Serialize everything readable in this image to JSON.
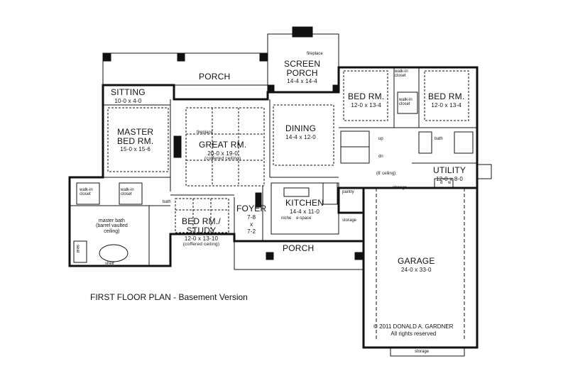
{
  "rooms": {
    "porch_top": {
      "name": "PORCH"
    },
    "screen_porch": {
      "name_line1": "SCREEN",
      "name_line2": "PORCH",
      "dims": "14-4 x 14-4"
    },
    "sitting": {
      "name": "SITTING",
      "dims": "10-0 x 4-0"
    },
    "master_bed": {
      "name_line1": "MASTER",
      "name_line2": "BED RM.",
      "dims": "15-0 x 15-6"
    },
    "great_room": {
      "name": "GREAT RM.",
      "dims": "20-0 x 19-0",
      "note": "(coffered ceiling)"
    },
    "dining": {
      "name": "DINING",
      "dims": "14-4 x 12-0"
    },
    "bed_left": {
      "name": "BED RM.",
      "dims": "12-0 x 13-4"
    },
    "bed_right": {
      "name": "BED RM.",
      "dims": "12-0 x 13-4"
    },
    "utility": {
      "name": "UTILITY",
      "dims": "12-0 x 8-0"
    },
    "kitchen": {
      "name": "KITCHEN",
      "dims": "14-4 x 11-0"
    },
    "foyer": {
      "name": "FOYER",
      "dims_line1": "7-8",
      "dims_line2": "x",
      "dims_line3": "7-2"
    },
    "study": {
      "name_line1": "BED RM./",
      "name_line2": "STUDY",
      "dims": "12-0 x 13-10",
      "note": "(coffered ceiling)"
    },
    "porch_bottom": {
      "name": "PORCH"
    },
    "garage": {
      "name": "GARAGE",
      "dims": "24-0 x 33-0"
    },
    "master_bath": {
      "line1": "master bath",
      "line2": "(barrel vaulted",
      "line3": "ceiling)"
    }
  },
  "small_labels": {
    "fireplace_top": "fireplace",
    "fireplace_great": "fireplace",
    "walkin_1_l1": "walk-in",
    "walkin_1_l2": "closet",
    "walkin_2_l1": "walk-in",
    "walkin_2_l2": "closet",
    "walkin_3_l1": "walk-in",
    "walkin_3_l2": "closet",
    "walkin_4_l1": "walk-in",
    "walkin_4_l2": "closet",
    "bath_right": "bath",
    "bath_left": "bath",
    "up": "up",
    "dn": "dn",
    "ceiling8": "(8' ceiling)",
    "storage_util": "storage",
    "storage_mid": "storage",
    "storage_bottom": "storage",
    "pantry": "pantry",
    "niche": "niche",
    "espace": "e-space",
    "seat": "seat",
    "shelf": "shelf",
    "washer_d": "d",
    "washer_w": "w"
  },
  "caption": "FIRST FLOOR PLAN - Basement Version",
  "copyright": {
    "line1": "© 2011 DONALD A. GARDNER",
    "line2": "All rights reserved"
  }
}
